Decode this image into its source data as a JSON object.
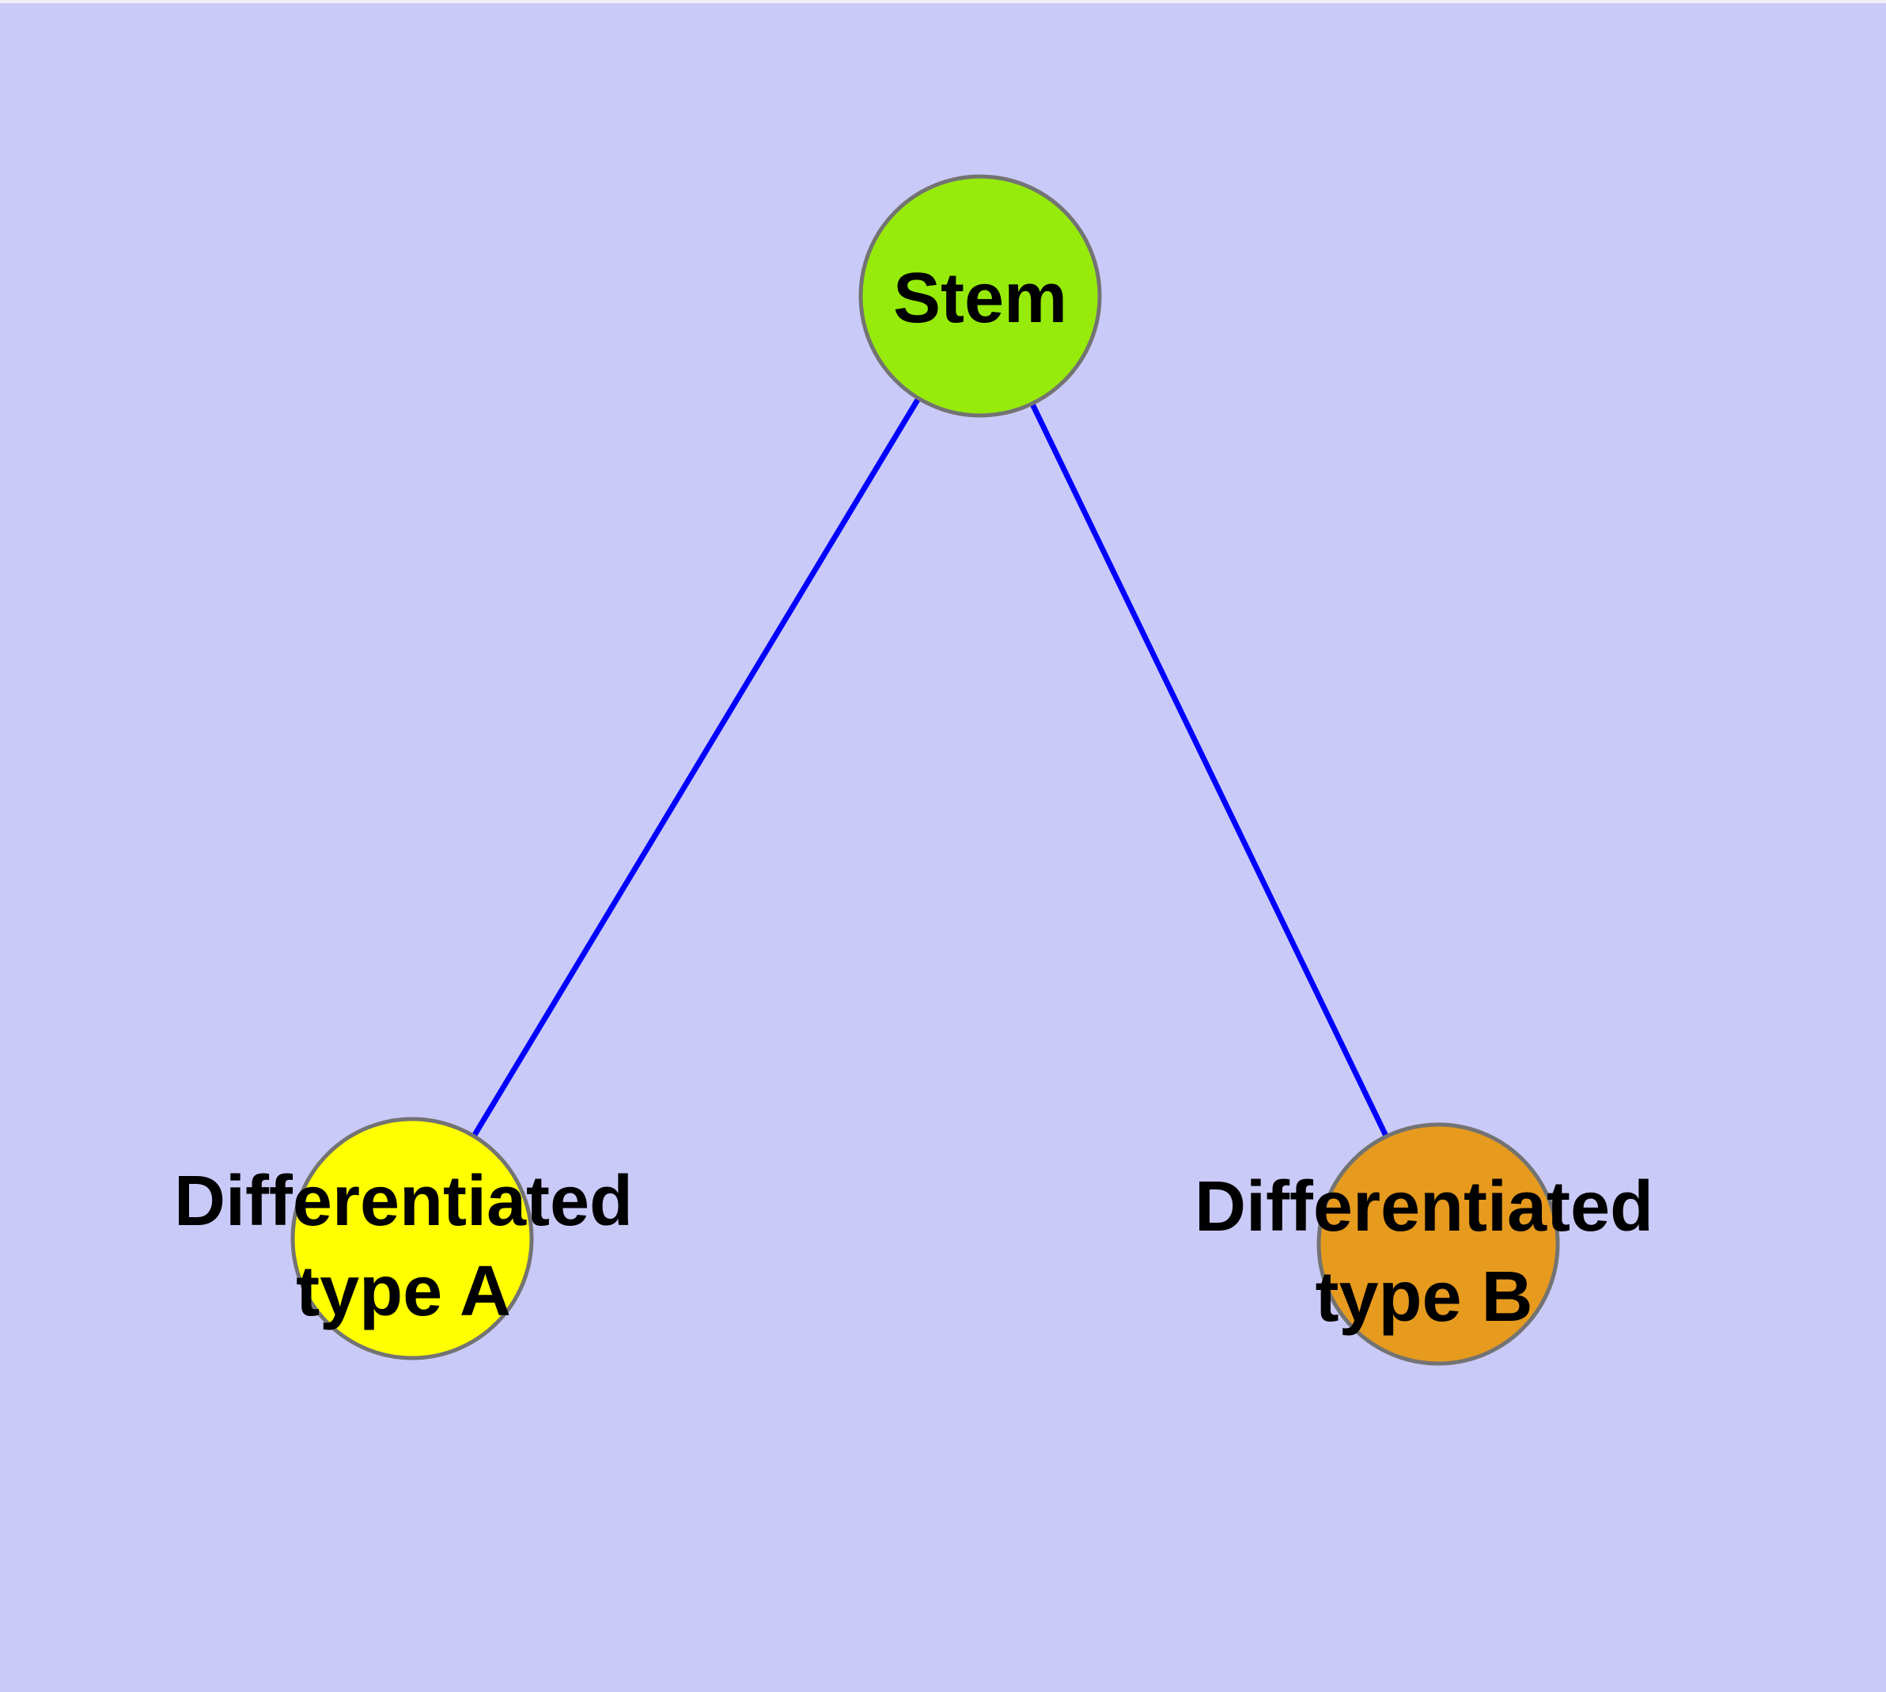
{
  "diagram": {
    "background_color": "#CACAF8",
    "top_margin_color": "#EFEFFA",
    "edge_color": "#0000FF",
    "node_border_color": "#737373",
    "label_color": "#000000",
    "nodes": [
      {
        "id": "stem",
        "label": "Stem",
        "lines": [
          "Stem"
        ],
        "fill_color": "#96EB0A"
      },
      {
        "id": "differentiated-type-a",
        "label": "Differentiated type A",
        "lines": [
          "Differentiated",
          "type A"
        ],
        "fill_color": "#FFFF00"
      },
      {
        "id": "differentiated-type-b",
        "label": "Differentiated type B",
        "lines": [
          "Differentiated",
          "type B"
        ],
        "fill_color": "#E69A1E"
      }
    ],
    "edges": [
      {
        "from": "Stem",
        "to": "Differentiated type A"
      },
      {
        "from": "Stem",
        "to": "Differentiated type B"
      }
    ]
  }
}
